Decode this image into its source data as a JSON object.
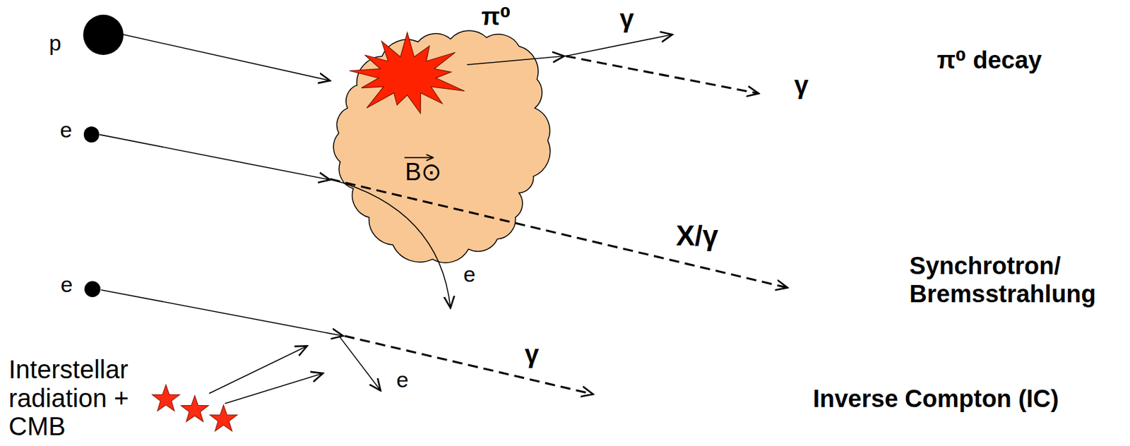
{
  "diagram": {
    "nodes": [
      {
        "text": [
          "p"
        ]
      },
      {
        "text": [
          "B⊙"
        ]
      },
      {
        "text": [
          "e"
        ]
      },
      {
        "text": [
          "e"
        ]
      }
    ],
    "edges": [
      {
        "from": 0,
        "to": 1,
        "arrow": "to"
      },
      {
        "from": 2,
        "to": 1,
        "arrow": "to"
      }
    ],
    "labels": [
      "π⁰",
      "γ",
      "γ",
      "π⁰ decay",
      "X/γ",
      "e",
      "Synchrotron/ Bremsstrahlung",
      "e",
      "γ",
      "Interstellar radiation + CMB",
      "Inverse Compton (IC)"
    ]
  }
}
